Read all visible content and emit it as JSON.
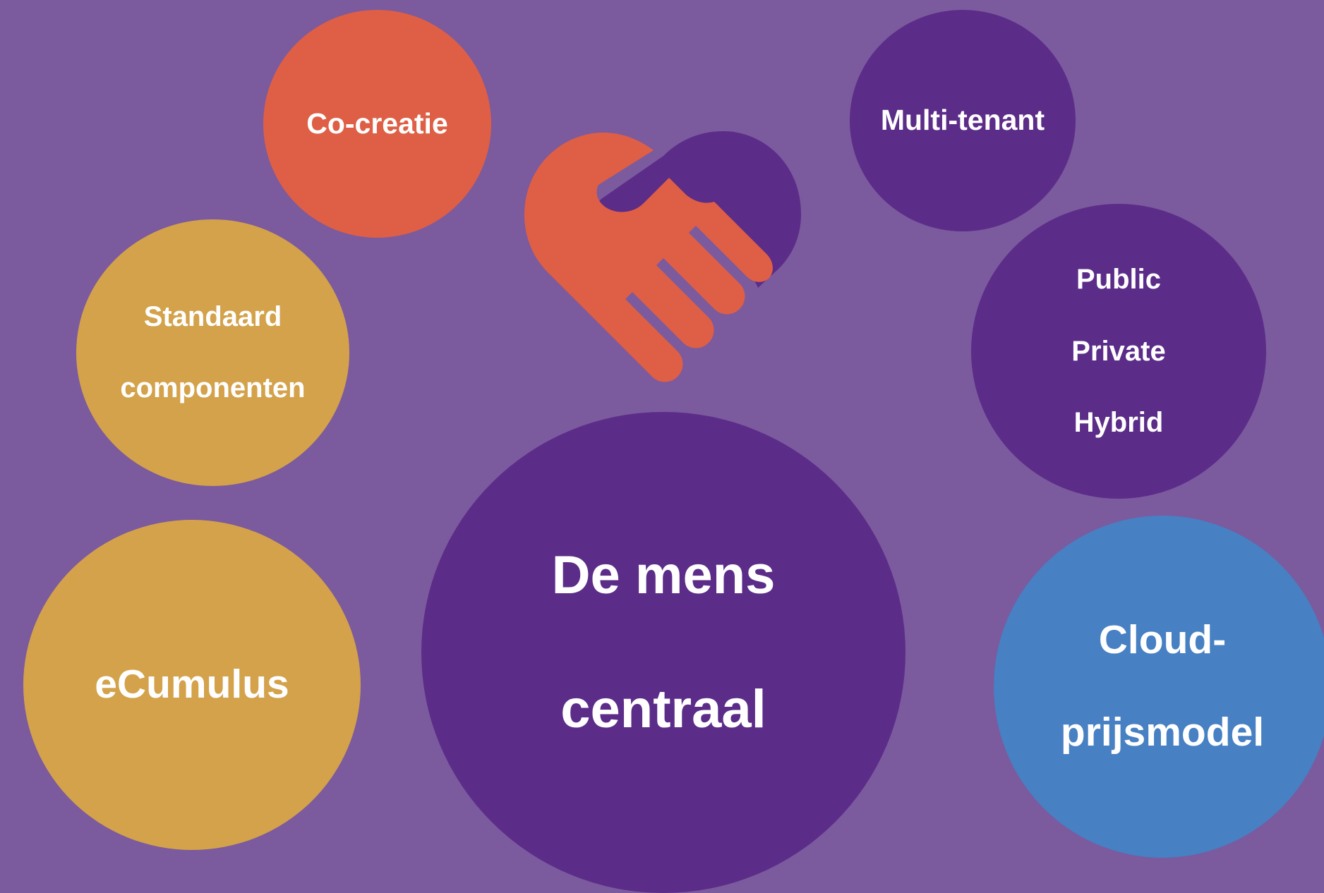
{
  "colors": {
    "background": "#7b5a9e",
    "coral": "#de5f45",
    "mustard": "#d3a24b",
    "deep_purple": "#5c2c89",
    "blue": "#4780c3",
    "text": "#ffffff"
  },
  "hero_icon": "handshake-heart-icon",
  "bubbles": {
    "cocreatie": {
      "label": "Co-creatie",
      "color": "#de5f45"
    },
    "multitenant": {
      "label": "Multi-tenant",
      "color": "#5c2c89"
    },
    "standaard": {
      "lines": [
        "Standaard",
        "componenten"
      ],
      "color": "#d3a24b"
    },
    "cloudtypes": {
      "lines": [
        "Public",
        "Private",
        "Hybrid"
      ],
      "color": "#5c2c89"
    },
    "ecumulus": {
      "label": "eCumulus",
      "color": "#d3a24b"
    },
    "mens": {
      "lines": [
        "De mens",
        "centraal"
      ],
      "color": "#5c2c89"
    },
    "cloud": {
      "lines": [
        "Cloud-",
        "prijsmodel"
      ],
      "color": "#4780c3"
    }
  }
}
